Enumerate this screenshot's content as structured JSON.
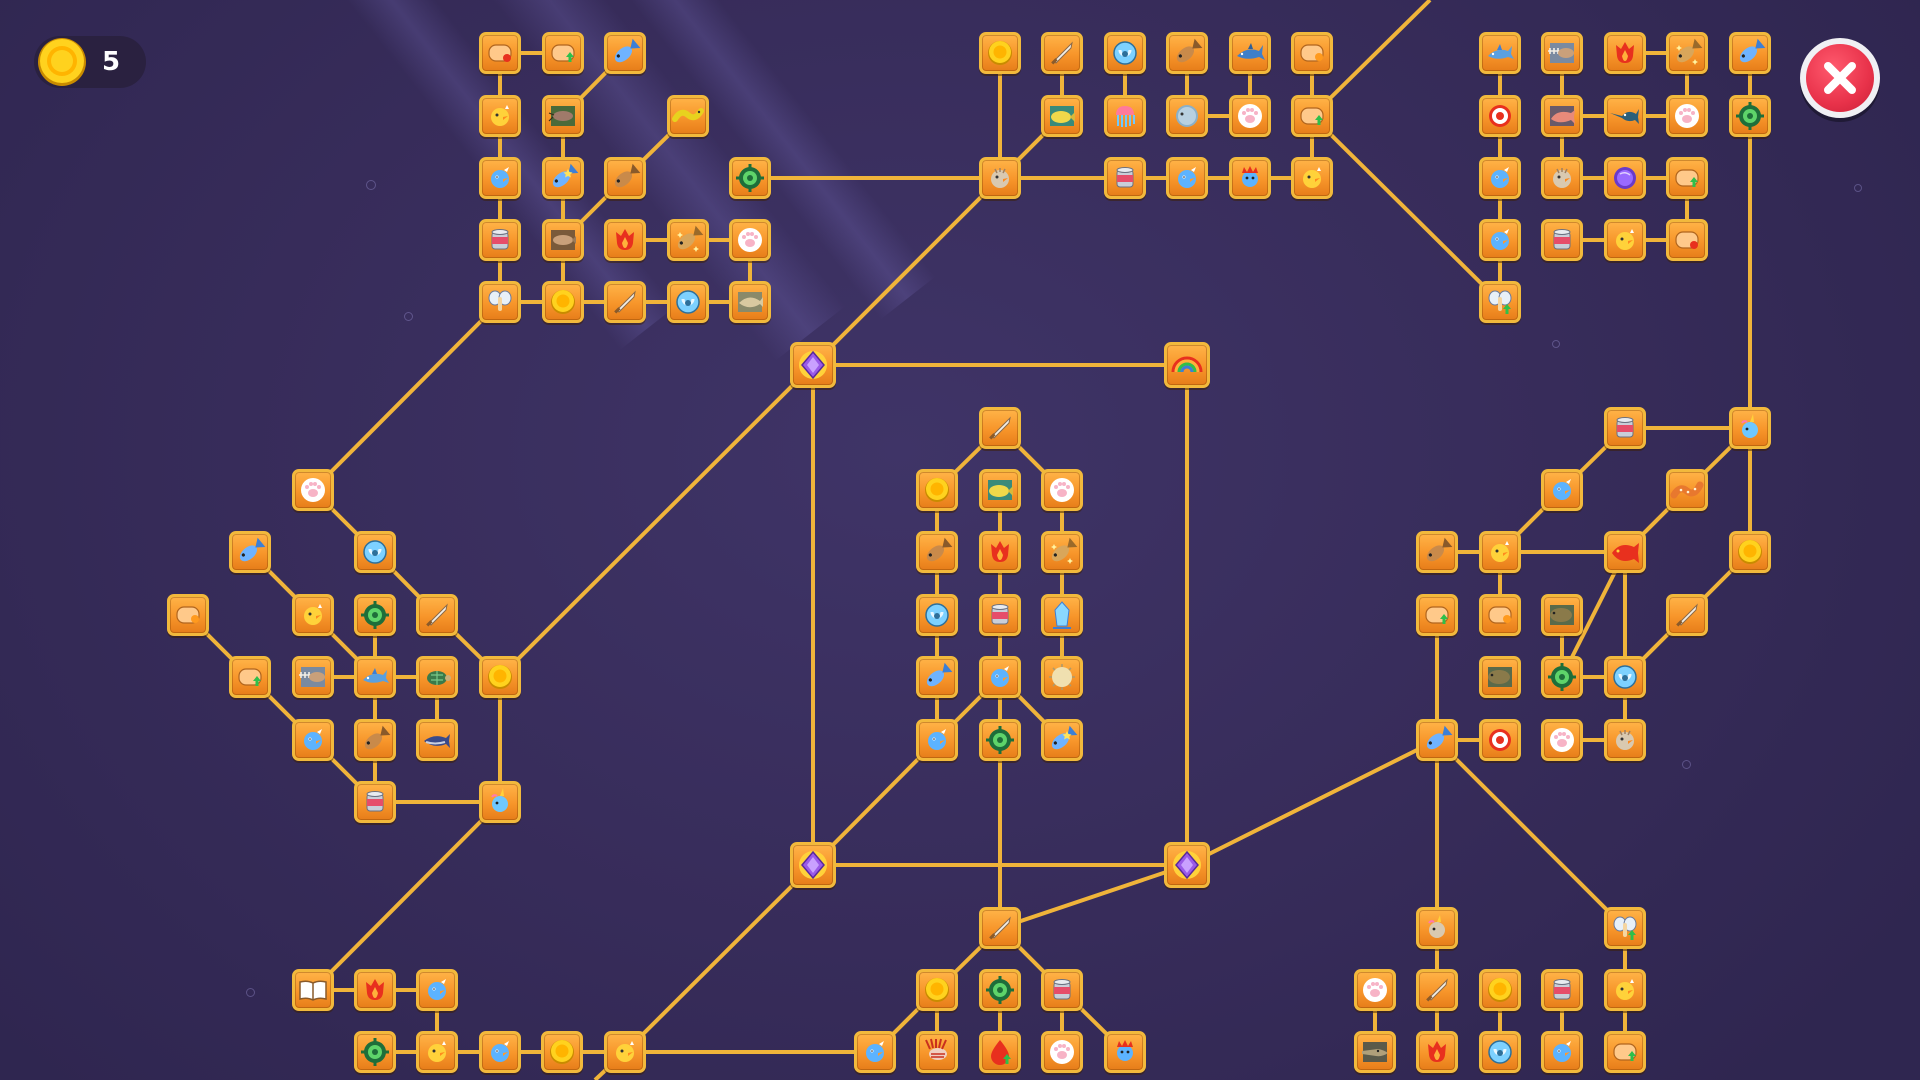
{
  "hud": {
    "coins": "5",
    "coin_icon": "coin-icon",
    "close_icon": "close-icon"
  },
  "colors": {
    "background": "#3a2f5f",
    "link": "#f0b43a",
    "node_fill": "#f7952a",
    "node_border": "#f2b93c",
    "close_button": "#e8324a"
  },
  "nodes": [
    {
      "id": "n1",
      "icon": "fish-bait-red-icon"
    },
    {
      "id": "n2",
      "icon": "fish-bait-green-icon"
    },
    {
      "id": "n3",
      "icon": "blue-fish-icon"
    },
    {
      "id": "n4",
      "icon": "yellow-chick-icon"
    },
    {
      "id": "n5",
      "icon": "catfish-icon"
    },
    {
      "id": "n6",
      "icon": "eel-icon"
    },
    {
      "id": "n7",
      "icon": "blue-bird-icon"
    },
    {
      "id": "n8",
      "icon": "blue-fish-star-icon"
    },
    {
      "id": "n9",
      "icon": "brown-fish-icon"
    },
    {
      "id": "n10",
      "icon": "green-target-icon"
    },
    {
      "id": "n11",
      "icon": "tin-can-icon"
    },
    {
      "id": "n12",
      "icon": "trout-icon"
    },
    {
      "id": "n13",
      "icon": "flame-icon"
    },
    {
      "id": "n14",
      "icon": "sparkle-fish-icon"
    },
    {
      "id": "n15",
      "icon": "paw-icon"
    },
    {
      "id": "n16",
      "icon": "fairy-icon"
    },
    {
      "id": "n17",
      "icon": "coin-icon"
    },
    {
      "id": "n18",
      "icon": "sword-icon"
    },
    {
      "id": "n19",
      "icon": "magnet-icon"
    },
    {
      "id": "n20",
      "icon": "flounder-icon"
    },
    {
      "id": "n21",
      "icon": "coin-icon"
    },
    {
      "id": "n22",
      "icon": "sword-icon"
    },
    {
      "id": "n23",
      "icon": "magnet-icon"
    },
    {
      "id": "n24",
      "icon": "brown-fish-icon"
    },
    {
      "id": "n25",
      "icon": "shark-icon"
    },
    {
      "id": "n26",
      "icon": "fish-bait-orange-icon"
    },
    {
      "id": "n27",
      "icon": "green-fish-icon"
    },
    {
      "id": "n28",
      "icon": "jellyfish-icon"
    },
    {
      "id": "n29",
      "icon": "sunfish-icon"
    },
    {
      "id": "n30",
      "icon": "paw-icon"
    },
    {
      "id": "n31",
      "icon": "fish-bait-green-icon"
    },
    {
      "id": "n32",
      "icon": "puffer-bird-icon"
    },
    {
      "id": "n33",
      "icon": "tin-can-icon"
    },
    {
      "id": "n34",
      "icon": "blue-bird-icon"
    },
    {
      "id": "n35",
      "icon": "blue-spiky-icon"
    },
    {
      "id": "n36",
      "icon": "yellow-chick-icon"
    },
    {
      "id": "n37",
      "icon": "shark-small-icon"
    },
    {
      "id": "n38",
      "icon": "sawfish-icon"
    },
    {
      "id": "n39",
      "icon": "flame-icon"
    },
    {
      "id": "n40",
      "icon": "sparkle-fish-icon"
    },
    {
      "id": "n41",
      "icon": "blue-fish-icon"
    },
    {
      "id": "n42",
      "icon": "eyeball-icon"
    },
    {
      "id": "n43",
      "icon": "salmon-icon"
    },
    {
      "id": "n44",
      "icon": "swordfish-icon"
    },
    {
      "id": "n45",
      "icon": "paw-icon"
    },
    {
      "id": "n46",
      "icon": "green-target-icon"
    },
    {
      "id": "n47",
      "icon": "blue-bird-icon"
    },
    {
      "id": "n48",
      "icon": "puffer-bird-icon"
    },
    {
      "id": "n49",
      "icon": "purple-orb-icon"
    },
    {
      "id": "n50",
      "icon": "fish-bait-green-icon"
    },
    {
      "id": "n51",
      "icon": "blue-bird-icon"
    },
    {
      "id": "n52",
      "icon": "tin-can-icon"
    },
    {
      "id": "n53",
      "icon": "yellow-chick-icon"
    },
    {
      "id": "n54",
      "icon": "fish-bait-red-icon"
    },
    {
      "id": "n55",
      "icon": "fairy-green-icon"
    },
    {
      "id": "n56",
      "icon": "purple-gem-icon"
    },
    {
      "id": "n57",
      "icon": "rainbow-icon"
    },
    {
      "id": "n58",
      "icon": "paw-icon"
    },
    {
      "id": "n59",
      "icon": "blue-fish-icon"
    },
    {
      "id": "n60",
      "icon": "magnet-icon"
    },
    {
      "id": "n61",
      "icon": "fish-bait-orange-icon"
    },
    {
      "id": "n62",
      "icon": "yellow-chick-icon"
    },
    {
      "id": "n63",
      "icon": "green-target-icon"
    },
    {
      "id": "n64",
      "icon": "sword-icon"
    },
    {
      "id": "n65",
      "icon": "fish-bait-green-icon"
    },
    {
      "id": "n66",
      "icon": "sawfish-icon"
    },
    {
      "id": "n67",
      "icon": "shark-small-icon"
    },
    {
      "id": "n68",
      "icon": "turtle-icon"
    },
    {
      "id": "n69",
      "icon": "coin-icon"
    },
    {
      "id": "n70",
      "icon": "blue-bird-icon"
    },
    {
      "id": "n71",
      "icon": "brown-fish-icon"
    },
    {
      "id": "n72",
      "icon": "tuna-icon"
    },
    {
      "id": "n73",
      "icon": "tin-can-icon"
    },
    {
      "id": "n74",
      "icon": "unicorn-fish-icon"
    },
    {
      "id": "n75",
      "icon": "sword-icon"
    },
    {
      "id": "n76",
      "icon": "coin-icon"
    },
    {
      "id": "n77",
      "icon": "green-fish-icon"
    },
    {
      "id": "n78",
      "icon": "paw-icon"
    },
    {
      "id": "n79",
      "icon": "brown-fish-icon"
    },
    {
      "id": "n80",
      "icon": "flame-icon"
    },
    {
      "id": "n81",
      "icon": "sparkle-fish-icon"
    },
    {
      "id": "n82",
      "icon": "magnet-icon"
    },
    {
      "id": "n83",
      "icon": "tin-can-icon"
    },
    {
      "id": "n84",
      "icon": "ice-icon"
    },
    {
      "id": "n85",
      "icon": "blue-fish-icon"
    },
    {
      "id": "n86",
      "icon": "blue-bird-icon"
    },
    {
      "id": "n87",
      "icon": "pufferfish-icon"
    },
    {
      "id": "n88",
      "icon": "blue-bird-icon"
    },
    {
      "id": "n89",
      "icon": "green-target-icon"
    },
    {
      "id": "n90",
      "icon": "blue-fish-star-icon"
    },
    {
      "id": "n91",
      "icon": "purple-gem-icon"
    },
    {
      "id": "n92",
      "icon": "purple-gem-icon"
    },
    {
      "id": "n93",
      "icon": "tin-can-icon"
    },
    {
      "id": "n94",
      "icon": "unicorn-fish-icon"
    },
    {
      "id": "n95",
      "icon": "blue-bird-icon"
    },
    {
      "id": "n96",
      "icon": "eel-spotted-icon"
    },
    {
      "id": "n97",
      "icon": "coin-icon"
    },
    {
      "id": "n98",
      "icon": "brown-fish-icon"
    },
    {
      "id": "n99",
      "icon": "yellow-chick-icon"
    },
    {
      "id": "n100",
      "icon": "red-fish-icon"
    },
    {
      "id": "n101",
      "icon": "fish-bait-green-icon"
    },
    {
      "id": "n102",
      "icon": "fish-bait-orange-icon"
    },
    {
      "id": "n103",
      "icon": "grouper-icon"
    },
    {
      "id": "n104",
      "icon": "sword-icon"
    },
    {
      "id": "n105",
      "icon": "grouper-icon"
    },
    {
      "id": "n106",
      "icon": "green-target-icon"
    },
    {
      "id": "n107",
      "icon": "magnet-icon"
    },
    {
      "id": "n108",
      "icon": "blue-fish-icon"
    },
    {
      "id": "n109",
      "icon": "eyeball-icon"
    },
    {
      "id": "n110",
      "icon": "paw-icon"
    },
    {
      "id": "n111",
      "icon": "puffer-bird-icon"
    },
    {
      "id": "n112",
      "icon": "book-icon"
    },
    {
      "id": "n113",
      "icon": "flame-icon"
    },
    {
      "id": "n114",
      "icon": "blue-bird-icon"
    },
    {
      "id": "n115",
      "icon": "green-target-icon"
    },
    {
      "id": "n116",
      "icon": "yellow-chick-icon"
    },
    {
      "id": "n117",
      "icon": "blue-bird-icon"
    },
    {
      "id": "n118",
      "icon": "coin-icon"
    },
    {
      "id": "n119",
      "icon": "yellow-chick-icon"
    },
    {
      "id": "n120",
      "icon": "sword-icon"
    },
    {
      "id": "n121",
      "icon": "coin-icon"
    },
    {
      "id": "n122",
      "icon": "green-target-icon"
    },
    {
      "id": "n123",
      "icon": "tin-can-icon"
    },
    {
      "id": "n124",
      "icon": "blue-bird-icon"
    },
    {
      "id": "n125",
      "icon": "lionfish-icon"
    },
    {
      "id": "n126",
      "icon": "red-drop-icon"
    },
    {
      "id": "n127",
      "icon": "paw-icon"
    },
    {
      "id": "n128",
      "icon": "blue-spiky-icon"
    },
    {
      "id": "n129",
      "icon": "unicorn-puffer-icon"
    },
    {
      "id": "n130",
      "icon": "fairy-green-icon"
    },
    {
      "id": "n131",
      "icon": "paw-icon"
    },
    {
      "id": "n132",
      "icon": "sword-icon"
    },
    {
      "id": "n133",
      "icon": "coin-icon"
    },
    {
      "id": "n134",
      "icon": "tin-can-icon"
    },
    {
      "id": "n135",
      "icon": "yellow-chick-icon"
    },
    {
      "id": "n136",
      "icon": "crocodile-fish-icon"
    },
    {
      "id": "n137",
      "icon": "flame-icon"
    },
    {
      "id": "n138",
      "icon": "magnet-icon"
    },
    {
      "id": "n139",
      "icon": "blue-bird-icon"
    },
    {
      "id": "n140",
      "icon": "fish-bait-green-icon"
    }
  ]
}
